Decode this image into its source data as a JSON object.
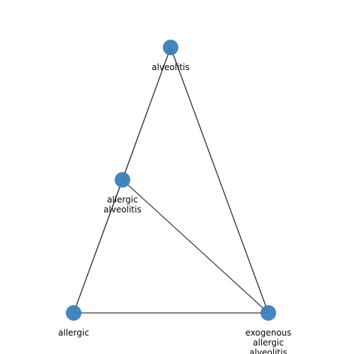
{
  "graph": {
    "node_color": "#3a80b9",
    "edge_color": "#333333",
    "nodes": [
      {
        "id": "alveolitis",
        "label_lines": [
          "alveolitis"
        ]
      },
      {
        "id": "allergic-alveolitis",
        "label_lines": [
          "allergic",
          "alveolitis"
        ]
      },
      {
        "id": "allergic",
        "label_lines": [
          "allergic"
        ]
      },
      {
        "id": "exogenous-allergic-alveolitis",
        "label_lines": [
          "exogenous",
          "allergic",
          "alveolitis"
        ]
      }
    ],
    "edges": [
      {
        "source": "alveolitis",
        "target": "allergic-alveolitis",
        "directed": false
      },
      {
        "source": "alveolitis",
        "target": "exogenous-allergic-alveolitis",
        "directed": false
      },
      {
        "source": "allergic-alveolitis",
        "target": "allergic",
        "directed": false
      },
      {
        "source": "allergic-alveolitis",
        "target": "exogenous-allergic-alveolitis",
        "directed": false
      },
      {
        "source": "allergic",
        "target": "alveolitis",
        "directed": true
      },
      {
        "source": "allergic",
        "target": "exogenous-allergic-alveolitis",
        "directed": false
      },
      {
        "source": "exogenous-allergic-alveolitis",
        "target": "alveolitis",
        "directed": true
      }
    ]
  }
}
